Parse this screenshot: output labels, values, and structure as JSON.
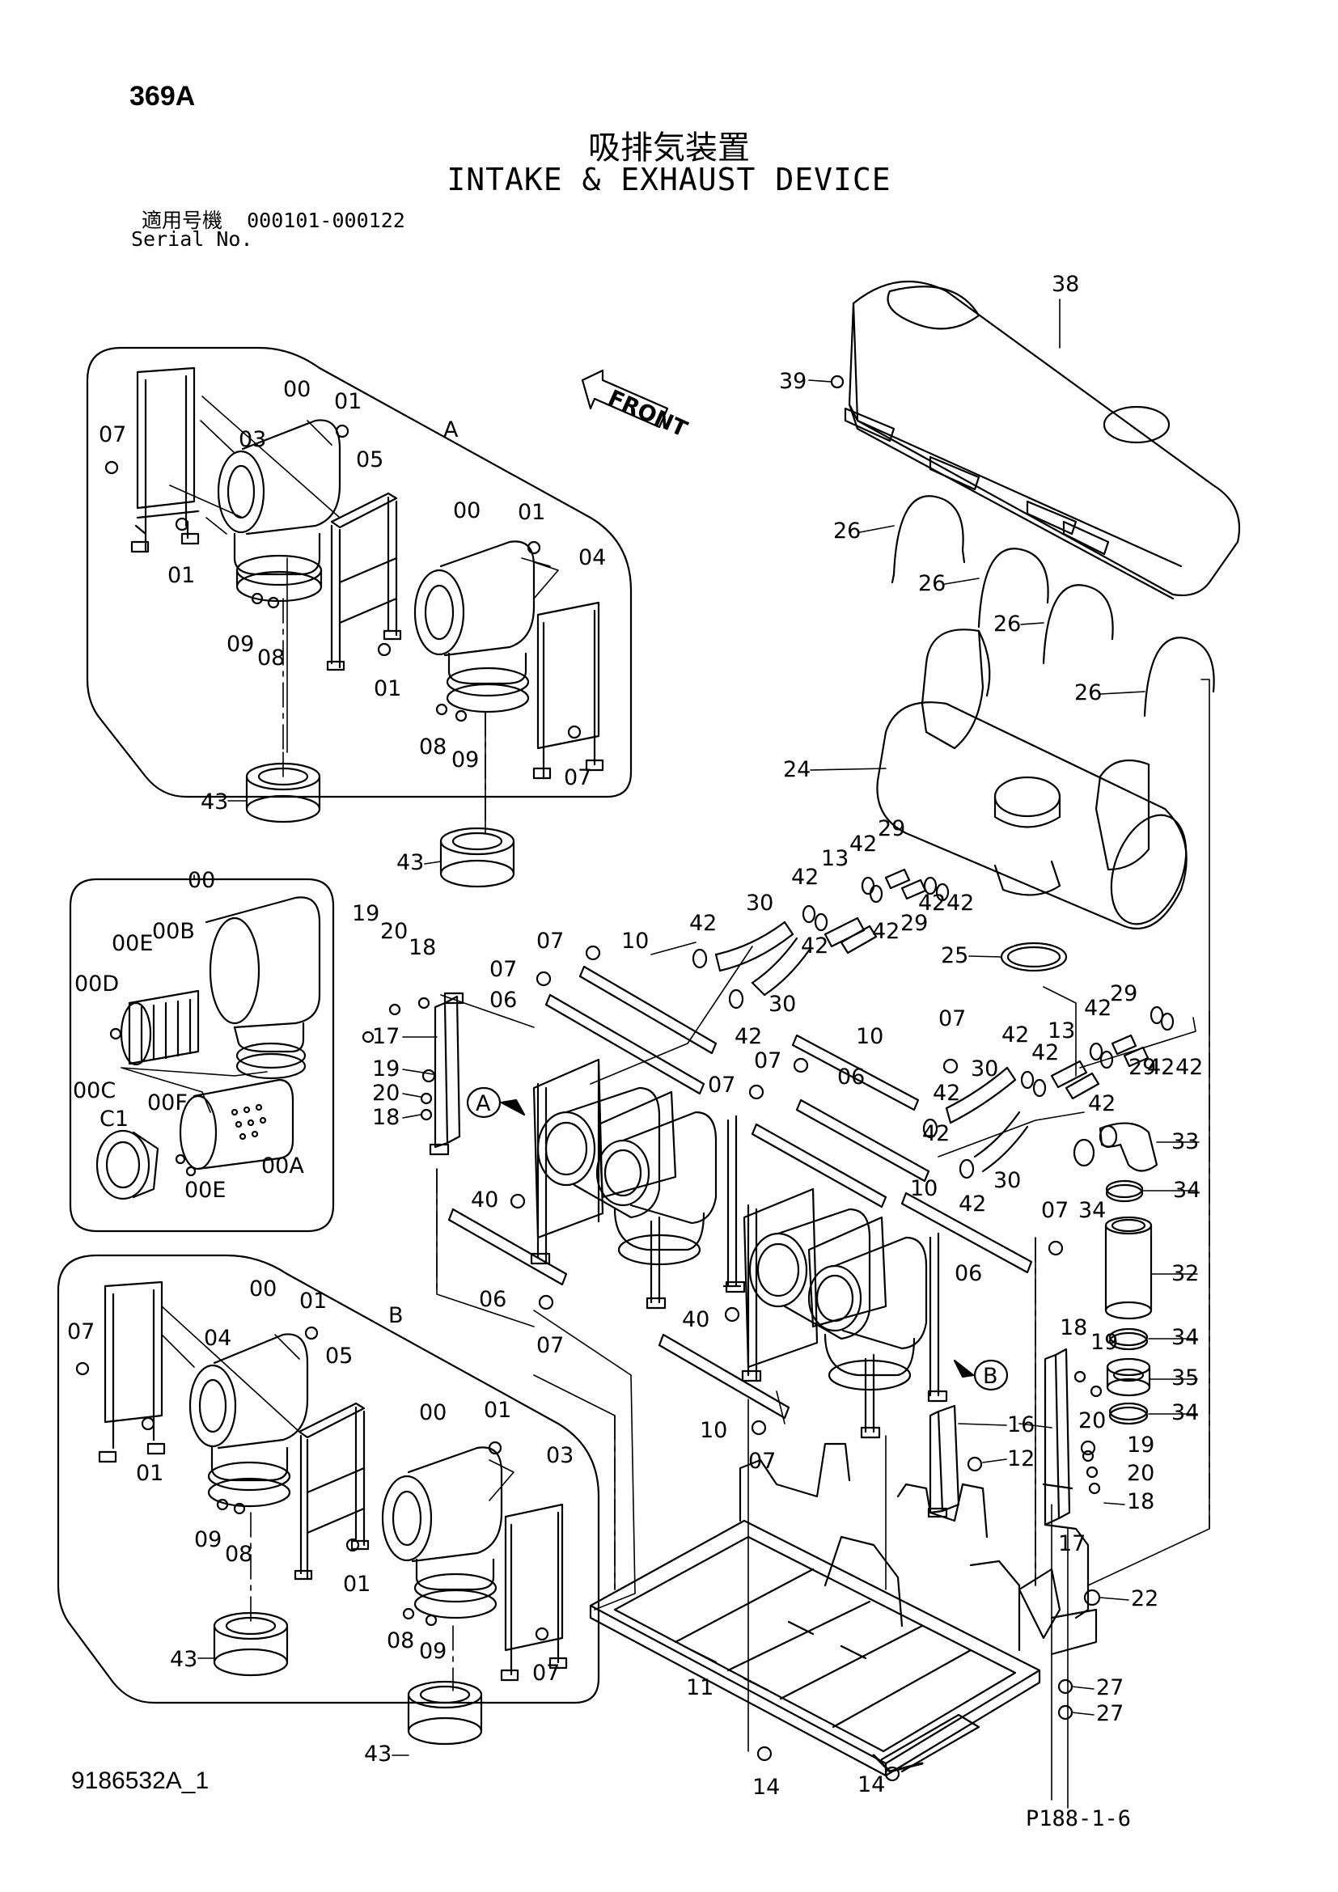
{
  "header": {
    "page_id": "369A",
    "title_jp": "吸排気装置",
    "title_en": "INTAKE & EXHAUST DEVICE",
    "serial_label_jp": "適用号機",
    "serial_range": "000101-000122",
    "serial_label_en": "Serial No."
  },
  "footer": {
    "drawing_no": "9186532A_1",
    "page_ref": "P188-1-6"
  },
  "diagram": {
    "front_label": "FRONT",
    "detail_a": "A",
    "detail_b": "B",
    "callouts": {
      "p00": "00",
      "p01": "01",
      "p03": "03",
      "p04": "04",
      "p05": "05",
      "p06": "06",
      "p07": "07",
      "p08": "08",
      "p09": "09",
      "p10": "10",
      "p11": "11",
      "p12": "12",
      "p13": "13",
      "p14": "14",
      "p16": "16",
      "p17": "17",
      "p18": "18",
      "p19": "19",
      "p20": "20",
      "p22": "22",
      "p24": "24",
      "p25": "25",
      "p26": "26",
      "p27": "27",
      "p29": "29",
      "p30": "30",
      "p32": "32",
      "p33": "33",
      "p34": "34",
      "p35": "35",
      "p38": "38",
      "p39": "39",
      "p40": "40",
      "p42": "42",
      "p43": "43",
      "p00A": "00A",
      "p00B": "00B",
      "p00C": "00C",
      "p00D": "00D",
      "p00E": "00E",
      "p00F": "00F",
      "pC1": "C1"
    }
  }
}
